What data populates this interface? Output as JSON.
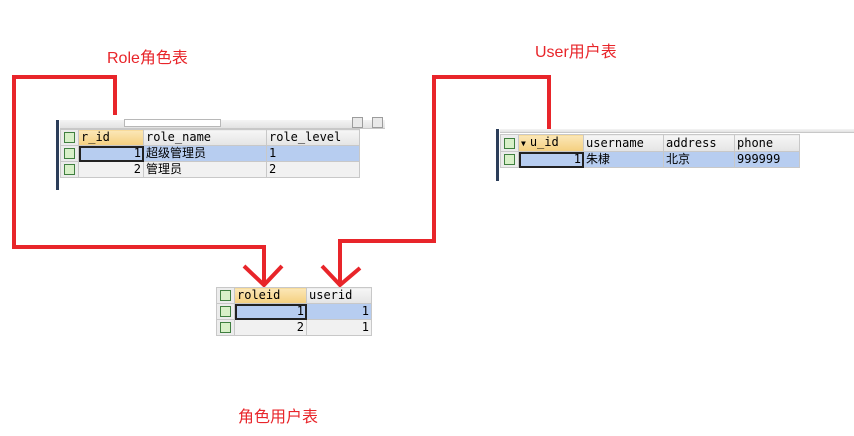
{
  "captions": {
    "role_table": "Role角色表",
    "user_table": "User用户表",
    "user_role_table": "角色用户表"
  },
  "role_table": {
    "columns": [
      "r_id",
      "role_name",
      "role_level"
    ],
    "rows": [
      {
        "r_id": "1",
        "role_name": "超级管理员",
        "role_level": "1"
      },
      {
        "r_id": "2",
        "role_name": "管理员",
        "role_level": "2"
      }
    ]
  },
  "user_table": {
    "columns": [
      "u_id",
      "username",
      "address",
      "phone"
    ],
    "rows": [
      {
        "u_id": "1",
        "username": "朱棣",
        "address": "北京",
        "phone": "999999"
      }
    ]
  },
  "user_role_table": {
    "columns": [
      "roleid",
      "userid"
    ],
    "rows": [
      {
        "roleid": "1",
        "userid": "1"
      },
      {
        "roleid": "2",
        "userid": "1"
      }
    ]
  },
  "colors": {
    "annotation": "#e8252a",
    "selected_row": "#b7cdf0",
    "selected_header": "#f4cf7e"
  },
  "icons": {
    "sort": "sort-desc-icon",
    "row_marker": "row-select-checkbox-icon"
  }
}
